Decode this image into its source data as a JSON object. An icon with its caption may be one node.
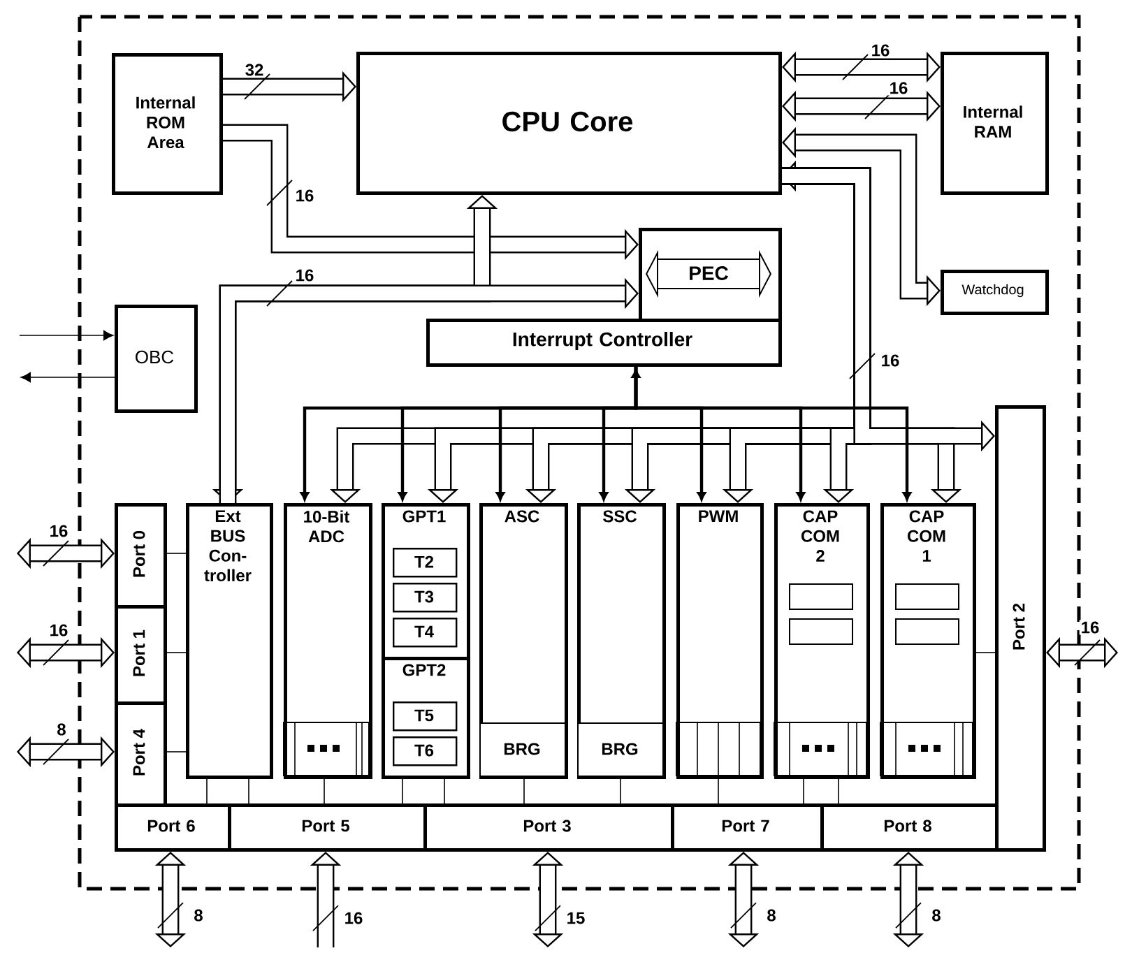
{
  "diagram": {
    "nodes": [
      {
        "text": [
          "Internal ROM Area"
        ]
      },
      {
        "text": [
          "CPU Core"
        ]
      },
      {
        "text": [
          "Internal RAM"
        ]
      },
      {
        "text": [
          "PEC"
        ]
      },
      {
        "text": [
          "Interrupt Controller"
        ]
      },
      {
        "text": [
          "Watchdog"
        ]
      },
      {
        "text": [
          "OBC"
        ]
      },
      {
        "text": [
          "Port 0"
        ]
      },
      {
        "text": [
          "Port 1"
        ]
      },
      {
        "text": [
          "Port 4"
        ]
      },
      {
        "text": [
          "Ext BUS Con- troller"
        ]
      },
      {
        "text": [
          "10-Bit ADC"
        ]
      },
      {
        "text": [
          "GPT1"
        ]
      },
      {
        "text": [
          "T2"
        ],
        "in": 12
      },
      {
        "text": [
          "T3"
        ],
        "in": 12
      },
      {
        "text": [
          "T4"
        ],
        "in": 12
      },
      {
        "text": [
          "GPT2"
        ]
      },
      {
        "text": [
          "T5"
        ],
        "in": 16
      },
      {
        "text": [
          "T6"
        ],
        "in": 16
      },
      {
        "text": [
          "ASC"
        ]
      },
      {
        "text": [
          "BRG"
        ],
        "in": 19
      },
      {
        "text": [
          "SSC"
        ]
      },
      {
        "text": [
          "BRG"
        ],
        "in": 21
      },
      {
        "text": [
          "PWM"
        ]
      },
      {
        "text": [
          "CAP COM 2"
        ]
      },
      {
        "text": [
          "CAP COM 1"
        ]
      },
      {
        "text": [
          "Port 2"
        ]
      },
      {
        "text": [
          "Port 6"
        ]
      },
      {
        "text": [
          "Port 5"
        ]
      },
      {
        "text": [
          "Port 3"
        ]
      },
      {
        "text": [
          "Port 7"
        ]
      },
      {
        "text": [
          "Port 8"
        ]
      }
    ],
    "edges": [
      {
        "from": 0,
        "to": 1,
        "arrow": "to",
        "label": "32"
      },
      {
        "from": 0,
        "to": 3,
        "arrow": "to",
        "label": "16"
      },
      {
        "from": 10,
        "to": 1,
        "arrow": "both",
        "label": "16"
      },
      {
        "from": 10,
        "to": 3,
        "arrow": "to"
      },
      {
        "from": 1,
        "to": 2,
        "arrow": "both",
        "label": "16"
      },
      {
        "from": 1,
        "to": 2,
        "arrow": "both",
        "label": "16"
      },
      {
        "from": 1,
        "to": 5,
        "arrow": "both"
      },
      {
        "from": 1,
        "to": 11,
        "arrow": "both",
        "label": "16"
      },
      {
        "from": 1,
        "to": 12,
        "arrow": "to"
      },
      {
        "from": 1,
        "to": 19,
        "arrow": "to"
      },
      {
        "from": 1,
        "to": 21,
        "arrow": "to"
      },
      {
        "from": 1,
        "to": 23,
        "arrow": "to"
      },
      {
        "from": 1,
        "to": 24,
        "arrow": "to"
      },
      {
        "from": 1,
        "to": 25,
        "arrow": "to"
      },
      {
        "from": 1,
        "to": 26,
        "arrow": "to"
      },
      {
        "from": 4,
        "to": 11,
        "arrow": "both"
      },
      {
        "from": 4,
        "to": 12,
        "arrow": "to"
      },
      {
        "from": 4,
        "to": 19,
        "arrow": "to"
      },
      {
        "from": 4,
        "to": 21,
        "arrow": "to"
      },
      {
        "from": 4,
        "to": 23,
        "arrow": "to"
      },
      {
        "from": 4,
        "to": 24,
        "arrow": "to"
      },
      {
        "from": 4,
        "to": 25,
        "arrow": "to"
      },
      {
        "from": null,
        "to": 7,
        "arrow": "both",
        "label": "16"
      },
      {
        "from": null,
        "to": 8,
        "arrow": "both",
        "label": "16"
      },
      {
        "from": null,
        "to": 9,
        "arrow": "both",
        "label": "8"
      },
      {
        "from": null,
        "to": 26,
        "arrow": "both",
        "label": "16"
      },
      {
        "from": null,
        "to": 27,
        "arrow": "both",
        "label": "8"
      },
      {
        "from": null,
        "to": 28,
        "arrow": "to",
        "label": "16"
      },
      {
        "from": null,
        "to": 29,
        "arrow": "both",
        "label": "15"
      },
      {
        "from": null,
        "to": 30,
        "arrow": "both",
        "label": "8"
      },
      {
        "from": null,
        "to": 31,
        "arrow": "both",
        "label": "8"
      },
      {
        "from": null,
        "to": 6,
        "arrow": "to"
      },
      {
        "from": 6,
        "to": null,
        "arrow": "to"
      },
      {
        "from": 10,
        "to": 7,
        "arrow": "none"
      },
      {
        "from": 10,
        "to": 8,
        "arrow": "none"
      },
      {
        "from": 10,
        "to": 9,
        "arrow": "none"
      },
      {
        "from": 10,
        "to": 27,
        "arrow": "none"
      },
      {
        "from": 10,
        "to": 28,
        "arrow": "none"
      },
      {
        "from": 11,
        "to": 28,
        "arrow": "none"
      },
      {
        "from": 16,
        "to": 28,
        "arrow": "none"
      },
      {
        "from": 16,
        "to": 29,
        "arrow": "none"
      },
      {
        "from": 20,
        "to": 29,
        "arrow": "none"
      },
      {
        "from": 22,
        "to": 29,
        "arrow": "none"
      },
      {
        "from": 23,
        "to": 30,
        "arrow": "none"
      },
      {
        "from": 24,
        "to": 30,
        "arrow": "none"
      },
      {
        "from": 24,
        "to": 31,
        "arrow": "none"
      },
      {
        "from": 25,
        "to": 26,
        "arrow": "none"
      }
    ]
  }
}
